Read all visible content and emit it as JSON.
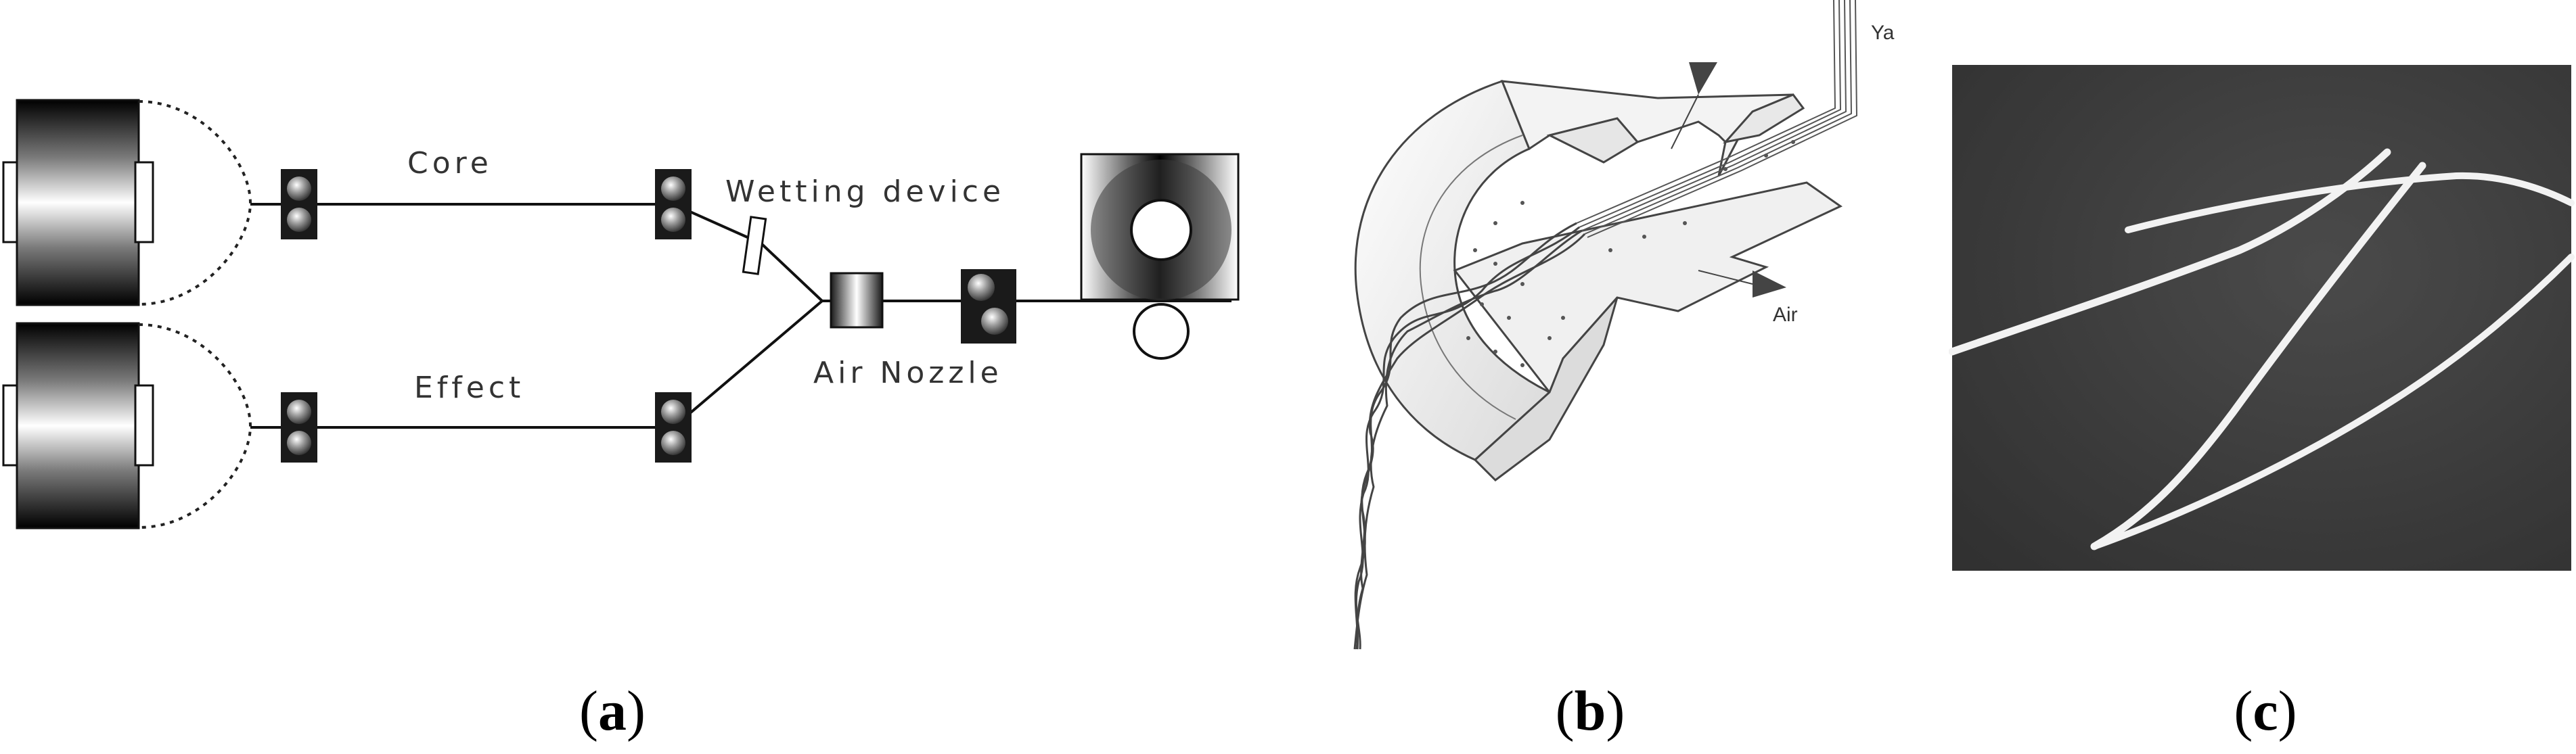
{
  "panel_a": {
    "labels": {
      "core": "Core",
      "effect": "Effect",
      "wetting_device": "Wetting device",
      "air_nozzle": "Air Nozzle"
    }
  },
  "panel_b": {
    "labels": {
      "yarn": "Yarn",
      "air": "Air"
    }
  },
  "panel_c": {
    "description_icon": "yarn-photo"
  },
  "captions": {
    "a": "a",
    "b": "b",
    "c": "c"
  },
  "colors": {
    "line": "#111111",
    "photo_background": "#3a3a3a",
    "yarn": "#f2f2f2"
  }
}
